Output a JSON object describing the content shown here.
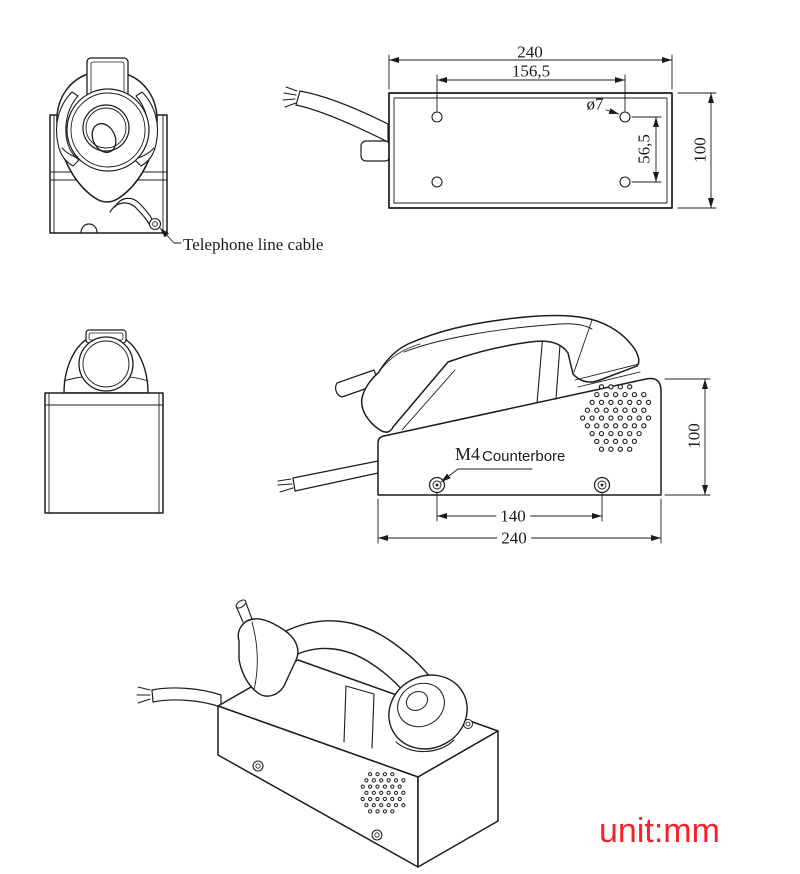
{
  "drawing": {
    "unit_note": "unit:mm",
    "colors": {
      "line": "#1c1c1c",
      "accent_red": "#f8212b"
    },
    "front_view": {
      "cable_label": "Telephone line cable"
    },
    "top_view": {
      "dim_width": "240",
      "dim_hole_span_h": "156,5",
      "dim_hole_dia": "ø7",
      "dim_hole_span_v": "56,5",
      "dim_depth": "100"
    },
    "side_view": {
      "thread_label": "M4",
      "counterbore_label": "Counterbore",
      "dim_screw_span": "140",
      "dim_width": "240",
      "dim_height": "100"
    }
  }
}
